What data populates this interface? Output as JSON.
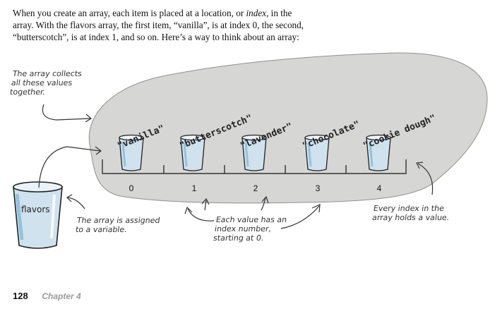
{
  "intro": {
    "line1_a": "When you create an array, each item is placed at a location, or ",
    "line1_em": "index",
    "line1_b": ", in",
    "rest": "the array. With the flavors array, the first item, “vanilla”, is at index 0, the second, “butterscotch”, is at  index 1, and so on. Here’s a way to think about an array:"
  },
  "annotations": {
    "array_collects": "The array collects all these values together.",
    "assigned_to_variable": "The array is assigned to a variable.",
    "index_number": "Each value has an index number, starting at 0.",
    "every_index": "Every index in the array holds a value."
  },
  "variable": {
    "label": "flavors"
  },
  "items": [
    {
      "label": "\"vanilla\"",
      "index": "0"
    },
    {
      "label": "\"butterscotch\"",
      "index": "1"
    },
    {
      "label": "\"lavender\"",
      "index": "2"
    },
    {
      "label": "\"chocolate\"",
      "index": "3"
    },
    {
      "label": "\"cookie dough\"",
      "index": "4"
    }
  ],
  "footer": {
    "page_number": "128",
    "chapter": "Chapter 4"
  },
  "colors": {
    "blob": "#d6d6d4",
    "cup_body": "#cfe2ee",
    "cup_dark": "#7fb4d3"
  }
}
